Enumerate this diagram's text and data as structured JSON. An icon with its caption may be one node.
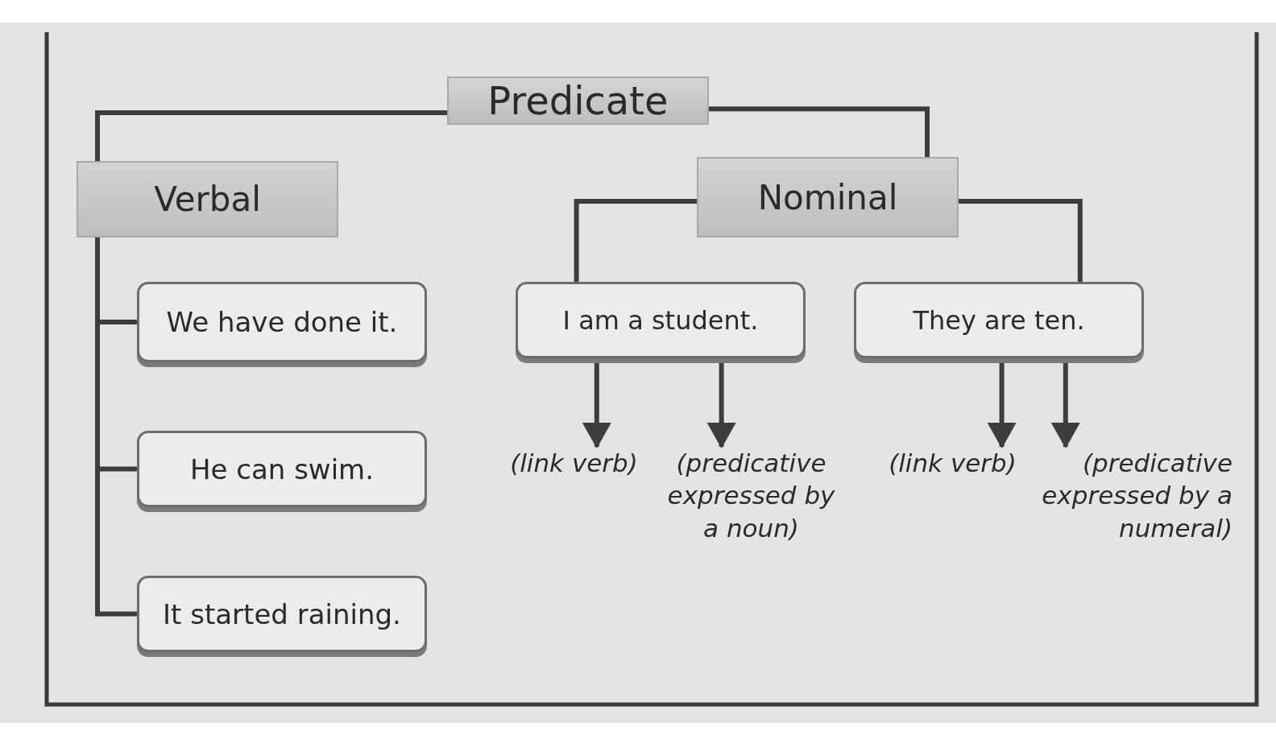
{
  "diagram": {
    "nodes": [
      {
        "text": [
          "Predicate"
        ]
      },
      {
        "text": [
          "Verbal"
        ]
      },
      {
        "text": [
          "Nominal"
        ]
      },
      {
        "text": [
          "We have done it."
        ]
      },
      {
        "text": [
          "He can swim."
        ]
      },
      {
        "text": [
          "It started raining."
        ]
      },
      {
        "text": [
          "I am a student."
        ]
      },
      {
        "text": [
          "They are ten."
        ]
      },
      {
        "text": [
          "(link verb)"
        ]
      },
      {
        "text": [
          "(predicative expressed by a noun)"
        ]
      },
      {
        "text": [
          "(link verb)"
        ]
      },
      {
        "text": [
          "(predicative expressed by a numeral)"
        ]
      }
    ],
    "edges": [
      {
        "from": 0,
        "to": 1,
        "arrow": "none"
      },
      {
        "from": 0,
        "to": 2,
        "arrow": "none"
      },
      {
        "from": 1,
        "to": 3,
        "arrow": "none"
      },
      {
        "from": 1,
        "to": 4,
        "arrow": "none"
      },
      {
        "from": 1,
        "to": 5,
        "arrow": "none"
      },
      {
        "from": 2,
        "to": 6,
        "arrow": "none"
      },
      {
        "from": 2,
        "to": 7,
        "arrow": "none"
      },
      {
        "from": 6,
        "to": 8,
        "arrow": "to"
      },
      {
        "from": 6,
        "to": 9,
        "arrow": "to"
      },
      {
        "from": 7,
        "to": 10,
        "arrow": "to"
      },
      {
        "from": 7,
        "to": 11,
        "arrow": "to"
      }
    ]
  }
}
